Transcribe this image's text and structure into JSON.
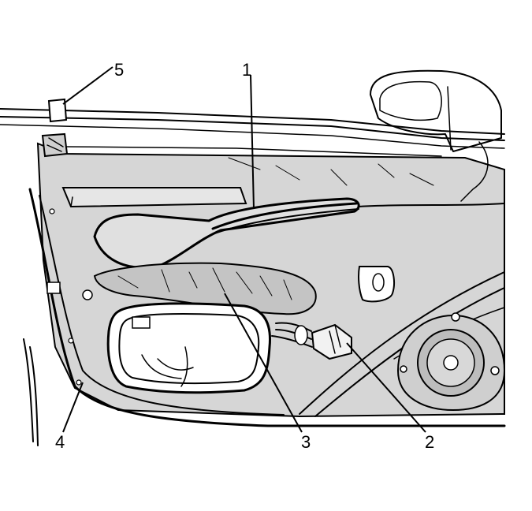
{
  "diagram": {
    "callouts": [
      {
        "id": "1",
        "label": "1"
      },
      {
        "id": "2",
        "label": "2"
      },
      {
        "id": "3",
        "label": "3"
      },
      {
        "id": "4",
        "label": "4"
      },
      {
        "id": "5",
        "label": "5"
      }
    ],
    "colors": {
      "line": "#000000",
      "panel": "#d9d9d9",
      "shade": "#bdbdbd",
      "background": "#ffffff"
    }
  }
}
